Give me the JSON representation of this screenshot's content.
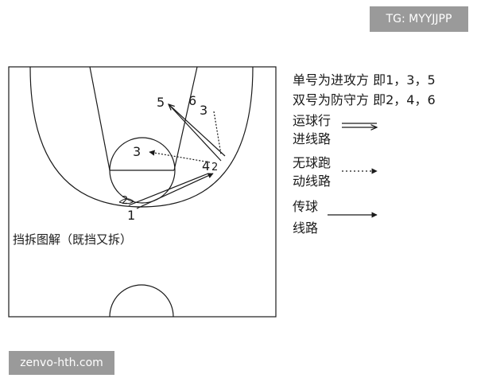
{
  "watermark_top": "TG: MYYJJPP",
  "watermark_bottom": "zenvo-hth.com",
  "court": {
    "caption": "挡拆图解（既挡又拆）",
    "players": {
      "p1": "1",
      "p2": "2",
      "p3_top": "3",
      "p3_mid": "3",
      "p4": "4",
      "p5": "5",
      "p6": "6",
      "p2_small": "2"
    }
  },
  "legend": {
    "line1": "单号为进攻方 即1，3，5",
    "line2": "双号为防守方 即2，4，6",
    "dribble_label_1": "运球行",
    "dribble_label_2": "进线路",
    "run_label_1": "无球跑",
    "run_label_2": "动线路",
    "pass_label_1": "传球",
    "pass_label_2": "线路"
  },
  "colors": {
    "ink": "#1a1a1a",
    "badge_bg": "#9a9a9a",
    "badge_text": "#ffffff"
  }
}
